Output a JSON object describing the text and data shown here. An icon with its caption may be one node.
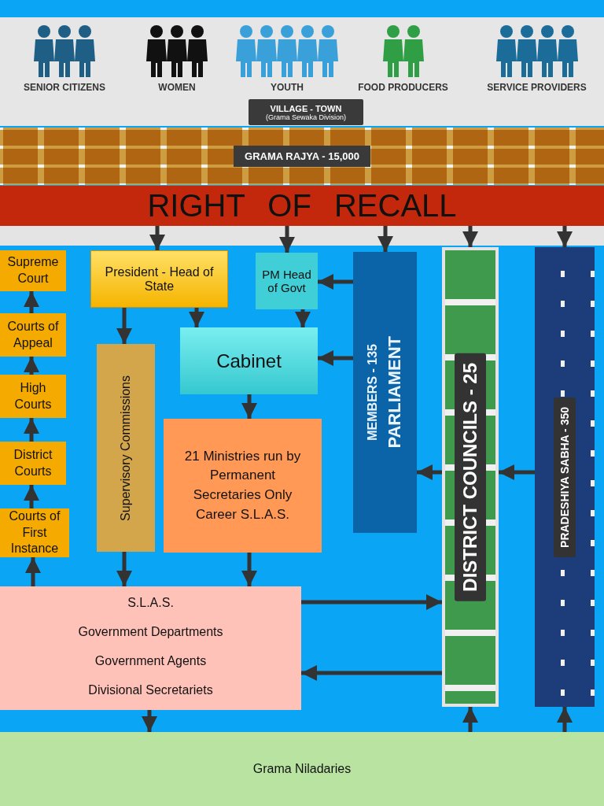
{
  "diagram": {
    "nodes": [
      {
        "text": [
          "SENIOR CITIZENS"
        ]
      },
      {
        "text": [
          "WOMEN"
        ]
      },
      {
        "text": [
          "YOUTH"
        ]
      },
      {
        "text": [
          "FOOD PRODUCERS"
        ]
      },
      {
        "text": [
          "SERVICE PROVIDERS"
        ]
      },
      {
        "text": [
          "VILLAGE - TOWN",
          "(Grama Sewaka Division)"
        ]
      },
      {
        "text": [
          "GRAMA RAJYA - 15,000"
        ]
      },
      {
        "text": [
          "RIGHT OF RECALL"
        ]
      },
      {
        "text": [
          "Supreme Court"
        ]
      },
      {
        "text": [
          "Courts of Appeal"
        ]
      },
      {
        "text": [
          "High Courts"
        ]
      },
      {
        "text": [
          "District Courts"
        ]
      },
      {
        "text": [
          "Courts of First Instance"
        ]
      },
      {
        "text": [
          "President - Head of State"
        ]
      },
      {
        "text": [
          "PM Head of Govt"
        ]
      },
      {
        "text": [
          "Supervisory Commissions"
        ]
      },
      {
        "text": [
          "Cabinet"
        ]
      },
      {
        "text": [
          "21 Ministries run by Permanent Secretaries Only Career S.L.A.S."
        ]
      },
      {
        "text": [
          "PARLIAMENT",
          "MEMBERS - 135"
        ]
      },
      {
        "text": [
          "DISTRICT COUNCILS - 25"
        ]
      },
      {
        "text": [
          "PRADESHIYA SABHA - 350"
        ]
      },
      {
        "text": [
          "S.L.A.S.",
          "Government Departments",
          "Government Agents",
          "Divisional Secretariets"
        ]
      },
      {
        "text": [
          "Grama Niladaries"
        ]
      }
    ],
    "edges": [
      {
        "from": 7,
        "to": 13,
        "arrow": "to"
      },
      {
        "from": 7,
        "to": 14,
        "arrow": "to"
      },
      {
        "from": 7,
        "to": 18,
        "arrow": "to"
      },
      {
        "from": 7,
        "to": 19,
        "arrow": "to"
      },
      {
        "from": 7,
        "to": 20,
        "arrow": "to"
      },
      {
        "from": 12,
        "to": 11,
        "arrow": "to"
      },
      {
        "from": 11,
        "to": 10,
        "arrow": "to"
      },
      {
        "from": 10,
        "to": 9,
        "arrow": "to"
      },
      {
        "from": 9,
        "to": 8,
        "arrow": "to"
      },
      {
        "from": 21,
        "to": 12,
        "arrow": "to"
      },
      {
        "from": 13,
        "to": 15,
        "arrow": "to"
      },
      {
        "from": 13,
        "to": 16,
        "arrow": "to"
      },
      {
        "from": 14,
        "to": 16,
        "arrow": "to"
      },
      {
        "from": 16,
        "to": 17,
        "arrow": "to"
      },
      {
        "from": 15,
        "to": 21,
        "arrow": "to"
      },
      {
        "from": 17,
        "to": 21,
        "arrow": "to"
      },
      {
        "from": 18,
        "to": 14,
        "arrow": "to"
      },
      {
        "from": 18,
        "to": 16,
        "arrow": "to"
      },
      {
        "from": 21,
        "to": 19,
        "arrow": "to"
      },
      {
        "from": 19,
        "to": 21,
        "arrow": "to"
      },
      {
        "from": 19,
        "to": 18,
        "arrow": "to"
      },
      {
        "from": 20,
        "to": 19,
        "arrow": "to"
      },
      {
        "from": 22,
        "to": 19,
        "arrow": "to"
      },
      {
        "from": 22,
        "to": 20,
        "arrow": "to"
      },
      {
        "from": 21,
        "to": 22,
        "arrow": "to"
      }
    ]
  }
}
